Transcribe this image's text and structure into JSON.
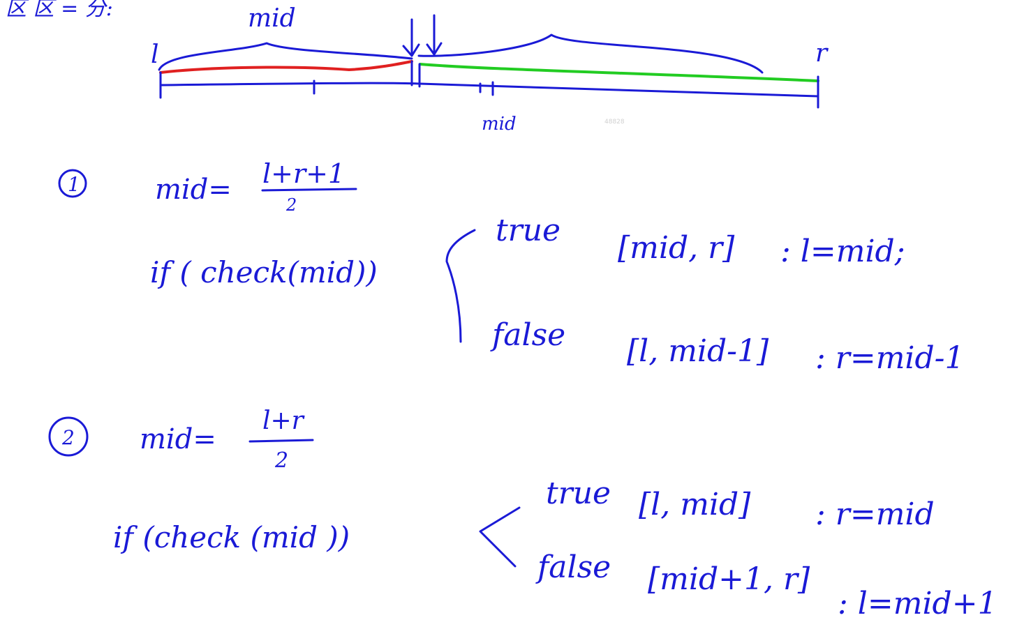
{
  "ink_color": "#1a1ad6",
  "left_segment_color": "#e02020",
  "right_segment_color": "#22cc22",
  "header": {
    "text": "区 区 = 分:"
  },
  "number_line": {
    "mid_top_label": "mid",
    "l_label": "l",
    "r_label": "r",
    "mid_bottom_label": "mid",
    "watermark": "48828"
  },
  "case1": {
    "number": "1",
    "mid_lhs": "mid=",
    "numerator": "l+r+1",
    "denominator": "2",
    "if_text": "if ( check(mid))",
    "true_word": "true",
    "true_range": "[mid, r]",
    "true_action": ": l=mid;",
    "false_word": "false",
    "false_range": "[l, mid-1]",
    "false_action": ": r=mid-1"
  },
  "case2": {
    "number": "2",
    "mid_lhs": "mid=",
    "numerator": "l+r",
    "denominator": "2",
    "if_text": "if (check (mid ))",
    "true_word": "true",
    "true_range": "[l, mid]",
    "true_action": ": r=mid",
    "false_word": "false",
    "false_range": "[mid+1, r]",
    "false_action": ": l=mid+1"
  }
}
